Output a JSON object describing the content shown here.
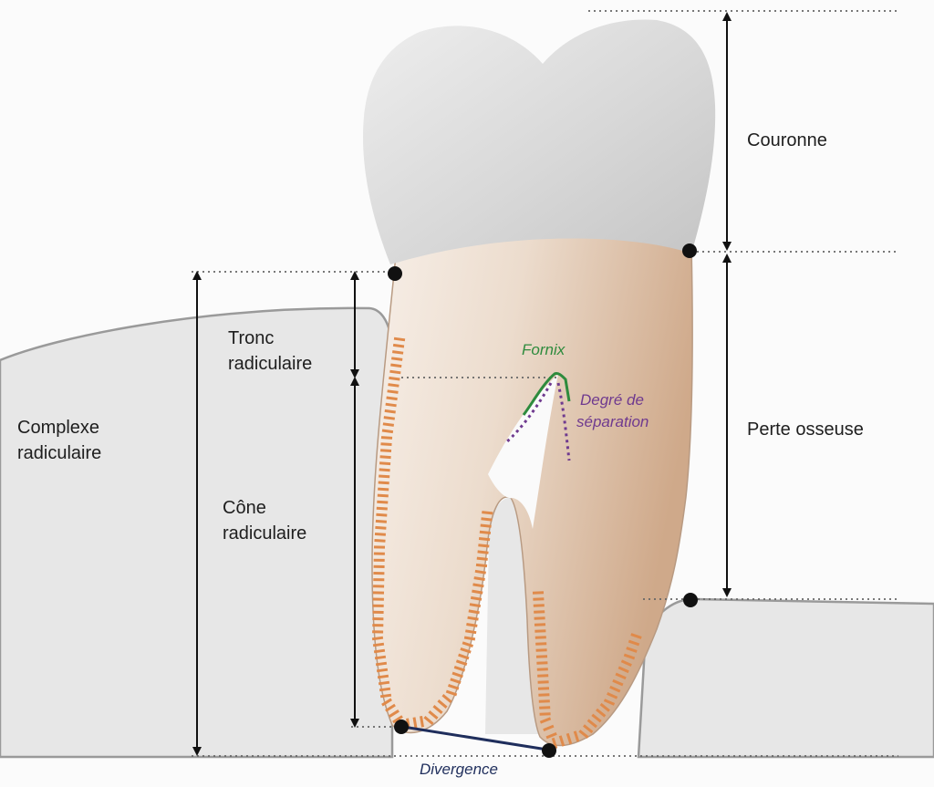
{
  "labels": {
    "couronne": "Couronne",
    "perte_osseuse": "Perte osseuse",
    "tronc_1": "Tronc",
    "tronc_2": "radiculaire",
    "complexe_1": "Complexe",
    "complexe_2": "radiculaire",
    "cone_1": "Cône",
    "cone_2": "radiculaire",
    "fornix": "Fornix",
    "degre_1": "Degré de",
    "degre_2": "séparation",
    "divergence": "Divergence"
  },
  "colors": {
    "bone": "#e6e6e6",
    "bone_edge": "#9a9a9a",
    "crown": "#d6d6d6",
    "root_light": "#f6ece4",
    "root_dark": "#d5b193",
    "ligament": "#e08a4a",
    "fornix_line": "#2e8b3d",
    "separation_line": "#6f3a8f",
    "divergence_line": "#1f2e5c",
    "marker": "#111111"
  }
}
